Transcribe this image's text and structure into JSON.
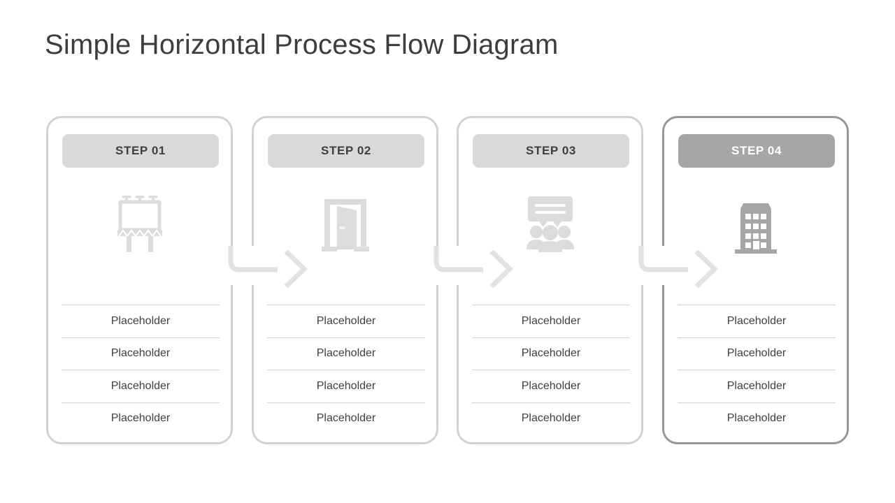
{
  "slide": {
    "title": "Simple Horizontal Process Flow Diagram",
    "background_color": "#ffffff",
    "title_color": "#3d3d3d"
  },
  "theme": {
    "card_border_color": "#d2d2d2",
    "card_border_color_active": "#979797",
    "pill_color": "#d9d9d9",
    "pill_color_active": "#a6a6a6",
    "pill_text_color": "#3f3f3f",
    "pill_text_color_active": "#ffffff",
    "icon_color": "#dcdcdc",
    "icon_color_active": "#a6a6a6",
    "connector_color": "#e2e2e2",
    "separator_color": "#d2d2d2",
    "body_text_color": "#3f3f3f"
  },
  "steps": [
    {
      "id": "step-01",
      "label": "STEP 01",
      "icon": "billboard-icon",
      "active": false,
      "items": [
        "Placeholder",
        "Placeholder",
        "Placeholder",
        "Placeholder"
      ]
    },
    {
      "id": "step-02",
      "label": "STEP 02",
      "icon": "open-door-icon",
      "active": false,
      "items": [
        "Placeholder",
        "Placeholder",
        "Placeholder",
        "Placeholder"
      ]
    },
    {
      "id": "step-03",
      "label": "STEP 03",
      "icon": "presentation-audience-icon",
      "active": false,
      "items": [
        "Placeholder",
        "Placeholder",
        "Placeholder",
        "Placeholder"
      ]
    },
    {
      "id": "step-04",
      "label": "STEP 04",
      "icon": "office-building-icon",
      "active": true,
      "items": [
        "Placeholder",
        "Placeholder",
        "Placeholder",
        "Placeholder"
      ]
    }
  ],
  "connectors": [
    {
      "id": "connector-1-2",
      "from": "step-01",
      "to": "step-02",
      "shape": "elbow-arrow-right"
    },
    {
      "id": "connector-2-3",
      "from": "step-02",
      "to": "step-03",
      "shape": "elbow-arrow-right"
    },
    {
      "id": "connector-3-4",
      "from": "step-03",
      "to": "step-04",
      "shape": "elbow-arrow-right"
    }
  ]
}
